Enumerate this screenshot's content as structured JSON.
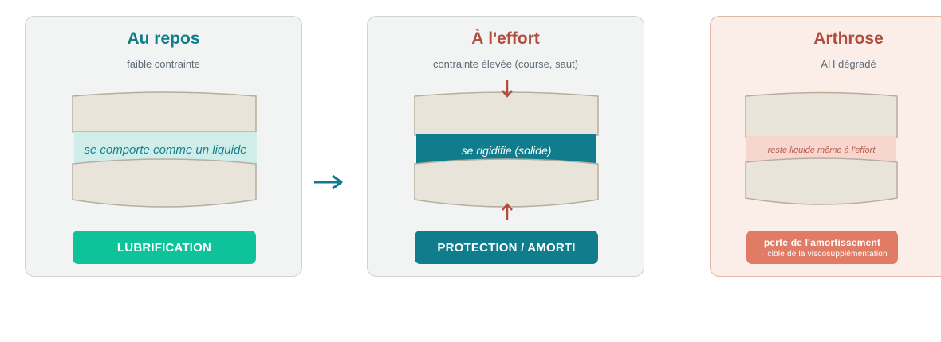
{
  "panels": {
    "rest": {
      "title": "Au repos",
      "subtitle": "faible contrainte",
      "fluid_label": "se comporte comme un liquide",
      "result_label": "LUBRIFICATION"
    },
    "effort": {
      "title": "À l'effort",
      "subtitle": "contrainte élevée (course, saut)",
      "fluid_label": "se rigidifie (solide)",
      "result_label": "PROTECTION / AMORTI"
    },
    "arthrose": {
      "title": "Arthrose",
      "subtitle": "AH dégradé",
      "fluid_label": "reste liquide même à l'effort",
      "result_line1": "perte de l'amortissement",
      "result_line2": "→ cible de la viscosupplémentation"
    }
  },
  "colors": {
    "teal": "#0f7d8c",
    "green": "#0ec39a",
    "red": "#b04d40",
    "salmon": "#e07c65",
    "bone": "#e8e4da"
  }
}
